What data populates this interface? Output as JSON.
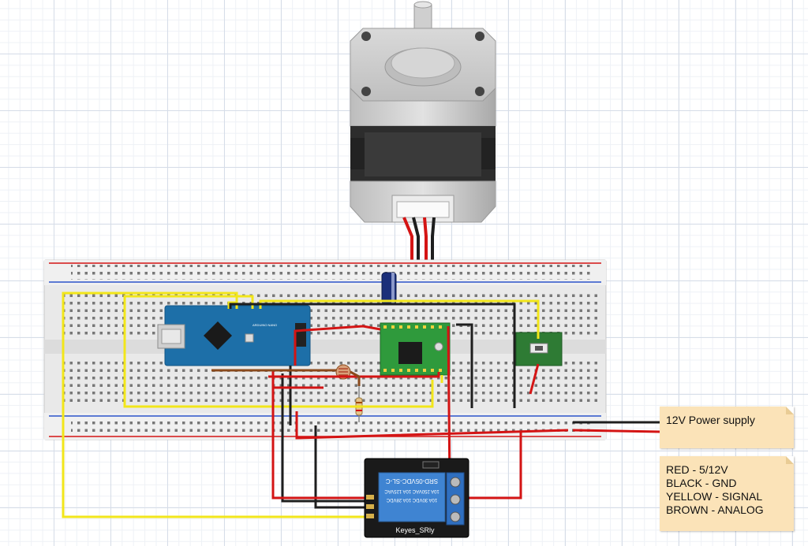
{
  "notes": {
    "power": "12V Power supply",
    "legend": [
      "RED - 5/12V",
      "BLACK - GND",
      "YELLOW - SIGNAL",
      "BROWN - ANALOG"
    ]
  },
  "relay": {
    "model": "SRD-05VDC-SL-C",
    "ratings": [
      "10A 250VAC  10A 125VAC",
      "10A 30VDC  10A 28VDC"
    ],
    "brand": "Keyes_SRly"
  },
  "arduino": {
    "label": "ARDUINO NANO"
  },
  "colors": {
    "red": "#d41414",
    "black": "#1e1e1e",
    "yellow": "#f2e61a",
    "brown": "#8a4a1c",
    "board_blue": "#1d6fa8",
    "driver_green": "#2f9a3c",
    "breadboard": "#e8e8e8"
  }
}
